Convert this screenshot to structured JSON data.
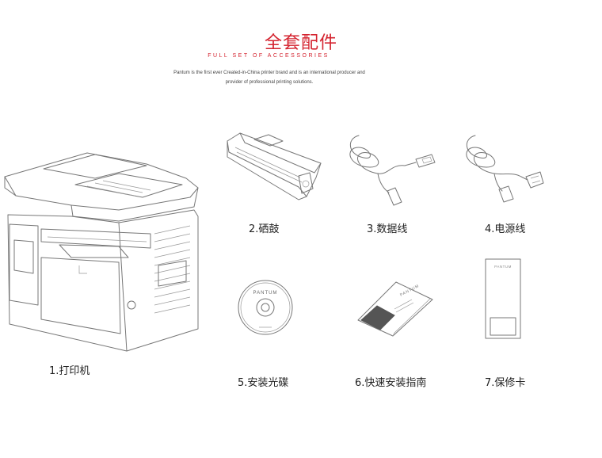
{
  "header": {
    "title": "全套配件",
    "subtitle": "FULL SET OF ACCESSORIES",
    "description_line1": "Pantum is the first ever Created-in-China printer brand and is an international producer and",
    "description_line2": "provider of professional printing solutions."
  },
  "items": [
    {
      "label": "1.打印机",
      "icon": "printer-icon"
    },
    {
      "label": "2.硒鼓",
      "icon": "toner-cartridge-icon"
    },
    {
      "label": "3.数据线",
      "icon": "usb-cable-icon"
    },
    {
      "label": "4.电源线",
      "icon": "power-cable-icon"
    },
    {
      "label": "5.安装光碟",
      "icon": "installation-cd-icon",
      "disc_text": "PANTUM"
    },
    {
      "label": "6.快速安装指南",
      "icon": "quick-guide-icon",
      "guide_text": "PANTUM"
    },
    {
      "label": "7.保修卡",
      "icon": "warranty-card-icon",
      "card_text": "PANTUM"
    }
  ],
  "colors": {
    "accent": "#d4232f",
    "line_art": "#777777",
    "text": "#222222"
  }
}
